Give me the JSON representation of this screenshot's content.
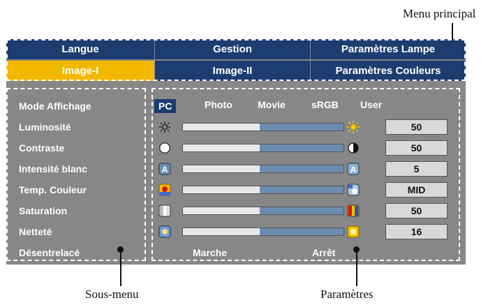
{
  "callouts": {
    "main_menu": "Menu principal",
    "sub_menu": "Sous-menu",
    "parameters": "Paramètres"
  },
  "tabs_row1": [
    "Langue",
    "Gestion",
    "Paramètres Lampe"
  ],
  "tabs_row2": [
    "Image-I",
    "Image-II",
    "Paramètres Couleurs"
  ],
  "active_tab": "Image-I",
  "submenu_items": [
    "Mode Affichage",
    "Luminosité",
    "Contraste",
    "Intensité blanc",
    "Temp. Couleur",
    "Saturation",
    "Netteté",
    "Désentrelacé"
  ],
  "display_modes": [
    "PC",
    "Photo",
    "Movie",
    "sRGB",
    "User"
  ],
  "selected_mode": "PC",
  "settings": [
    {
      "name": "Luminosité",
      "value": "50",
      "level": 0.5,
      "left_icon": "sun-dim-icon",
      "right_icon": "sun-bright-icon"
    },
    {
      "name": "Contraste",
      "value": "50",
      "level": 0.5,
      "left_icon": "contrast-low-icon",
      "right_icon": "contrast-high-icon"
    },
    {
      "name": "Intensité blanc",
      "value": "5",
      "level": 0.5,
      "left_icon": "white-low-icon",
      "right_icon": "white-high-icon"
    },
    {
      "name": "Temp. Couleur",
      "value": "MID",
      "level": 0.5,
      "left_icon": "warm-temp-icon",
      "right_icon": "cool-temp-icon"
    },
    {
      "name": "Saturation",
      "value": "50",
      "level": 0.5,
      "left_icon": "saturation-low-icon",
      "right_icon": "saturation-high-icon"
    },
    {
      "name": "Netteté",
      "value": "16",
      "level": 0.5,
      "left_icon": "sharpness-low-icon",
      "right_icon": "sharpness-high-icon"
    }
  ],
  "deinterlace": {
    "on": "Marche",
    "off": "Arrêt"
  },
  "colors": {
    "tab_bg": "#1d3c70",
    "active_tab": "#f2b800",
    "panel_bg": "#878787",
    "slider_fill": "#6d8db0"
  }
}
